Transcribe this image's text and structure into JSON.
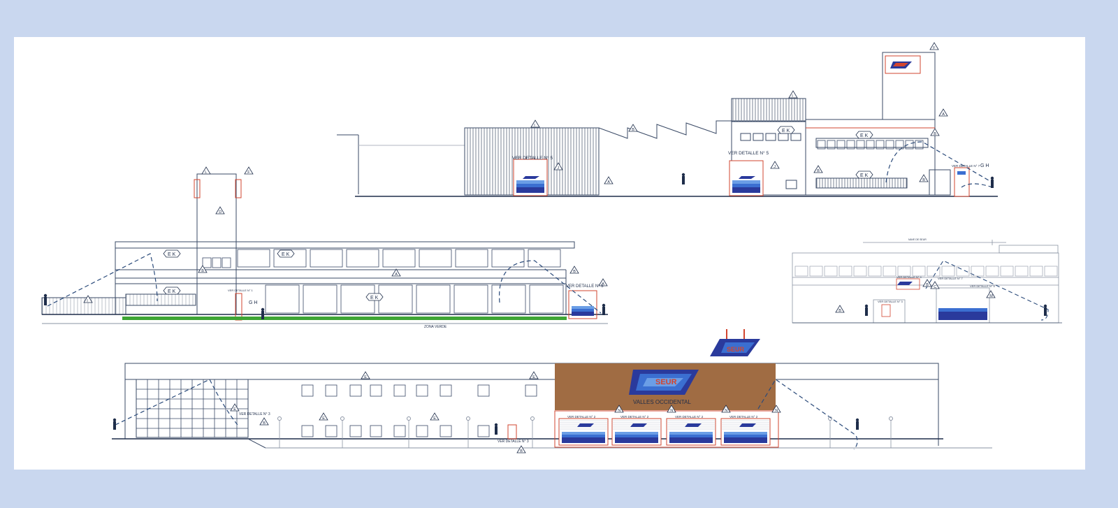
{
  "drawing": {
    "labels": {
      "ver_detalle_5": "VER DETALLE  N° 5",
      "ver_detalle_1": "VER DETALLE N° 1",
      "ver_detalle_2": "VER DETALLE N° 2",
      "ver_detalle_3": "VER DETALLE N° 3",
      "ver_detalle_4": "VER DETALLE N° 4",
      "ver_detalle_7": "VER DETALLE N° 7",
      "zona_verde": "ZONA VERDE",
      "nave_seur": "NAVE DE SEUR",
      "gh": "G H",
      "ek": "E K"
    },
    "markers": {
      "a": "A",
      "b": "B",
      "c": "C",
      "d": "D",
      "e": "E",
      "f": "F",
      "i": "I",
      "j": "J",
      "l": "L",
      "m": "M",
      "n": "N"
    },
    "brand": {
      "logo_text": "SEUR",
      "sign_subtitle": "VALLES OCCIDENTAL"
    },
    "colors": {
      "background": "#c9d7ef",
      "sheet": "#ffffff",
      "line": "#3a4a66",
      "accent_red": "#d2452f",
      "logo_blue": "#2a3a9c",
      "stripe_blue": "#3b6fd1",
      "sign_brown": "#a06c43",
      "grass_green": "#3fa535",
      "leader_dash": "#2a4a7a"
    }
  }
}
